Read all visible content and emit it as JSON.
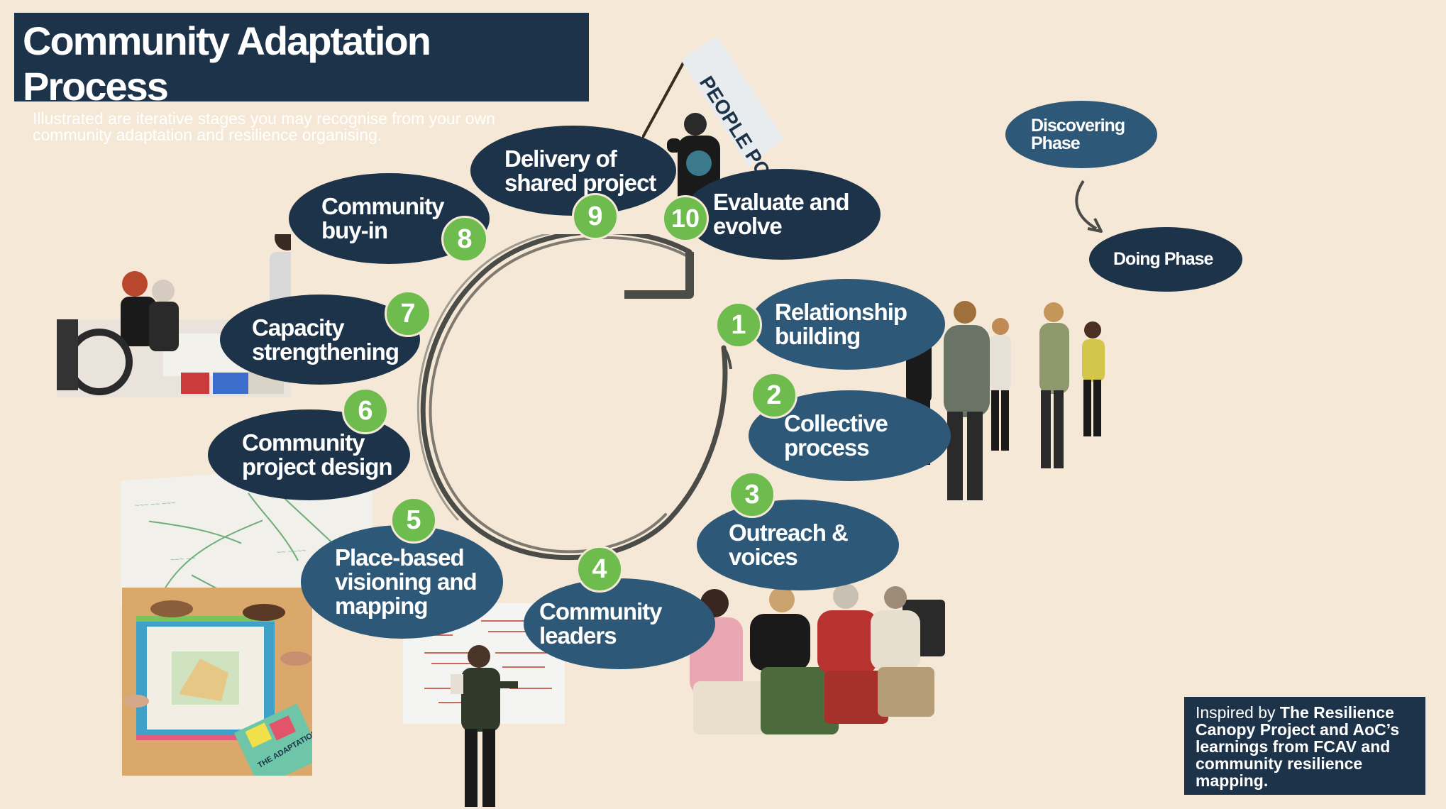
{
  "title": "Community Adaptation Process",
  "subtitle": "Illustrated are iterative stages you may recognise from your own community adaptation and resilience organising.",
  "stages": [
    {
      "number": "1",
      "label": "Relationship\nbuilding"
    },
    {
      "number": "2",
      "label": "Collective\nprocess"
    },
    {
      "number": "3",
      "label": "Outreach &\nvoices"
    },
    {
      "number": "4",
      "label": "Community\nleaders"
    },
    {
      "number": "5",
      "label": "Place-based\nvisioning and\nmapping"
    },
    {
      "number": "6",
      "label": "Community\nproject design"
    },
    {
      "number": "7",
      "label": "Capacity\nstrengthening"
    },
    {
      "number": "8",
      "label": "Community\nbuy-in"
    },
    {
      "number": "9",
      "label": "Delivery of\nshared project"
    },
    {
      "number": "10",
      "label": "Evaluate and\nevolve"
    }
  ],
  "legend": {
    "discovering": "Discovering\nPhase",
    "doing": "Doing Phase"
  },
  "credit": {
    "prefix": "Inspired by ",
    "bold": "The Resilience Canopy Project and AoC’s learnings from FCAV and community resilience mapping."
  },
  "flag_text": "PEOPLE POWER NOW.",
  "game_box_text": "THE ADAPTATION GAME",
  "colors": {
    "background": "#f6e8d6",
    "dark_navy": "#1d3349",
    "steel_blue": "#2e5878",
    "badge_green": "#6ebb4e",
    "arrow": "#4b4b47"
  }
}
